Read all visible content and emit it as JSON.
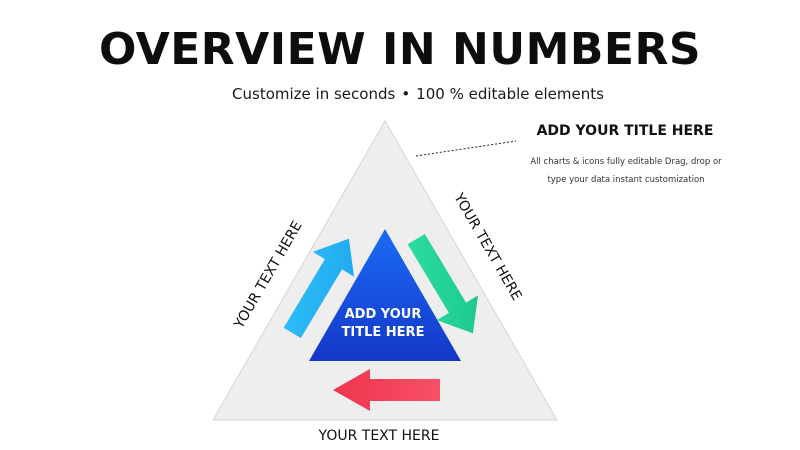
{
  "header": {
    "title": "OVERVIEW IN NUMBERS",
    "subtitle_left": "Customize in seconds",
    "subtitle_bullet": "•",
    "subtitle_right": "100 % editable elements"
  },
  "diagram": {
    "left_side_label": "YOUR TEXT HERE",
    "right_side_label": "YOUR TEXT HERE",
    "bottom_label": "YOUR TEXT HERE",
    "center_line1": "ADD YOUR",
    "center_line2": "TITLE HERE",
    "colors": {
      "outer_triangle": "#efeeef",
      "outer_border": "#d8d8d8",
      "inner_triangle_top": "#1b6cf5",
      "inner_triangle_bottom": "#1437c8",
      "arrow_blue": "#23b5f5",
      "arrow_green": "#22d39a",
      "arrow_red": "#f2405a"
    },
    "arrows": [
      {
        "name": "up-arrow",
        "direction": "up",
        "icon": "arrow-up-right"
      },
      {
        "name": "down-arrow",
        "direction": "down",
        "icon": "arrow-down-right"
      },
      {
        "name": "left-arrow",
        "direction": "left",
        "icon": "arrow-left"
      }
    ]
  },
  "callout": {
    "title": "ADD YOUR TITLE HERE",
    "description": "All charts & icons fully editable Drag, drop or type your data instant customization"
  }
}
